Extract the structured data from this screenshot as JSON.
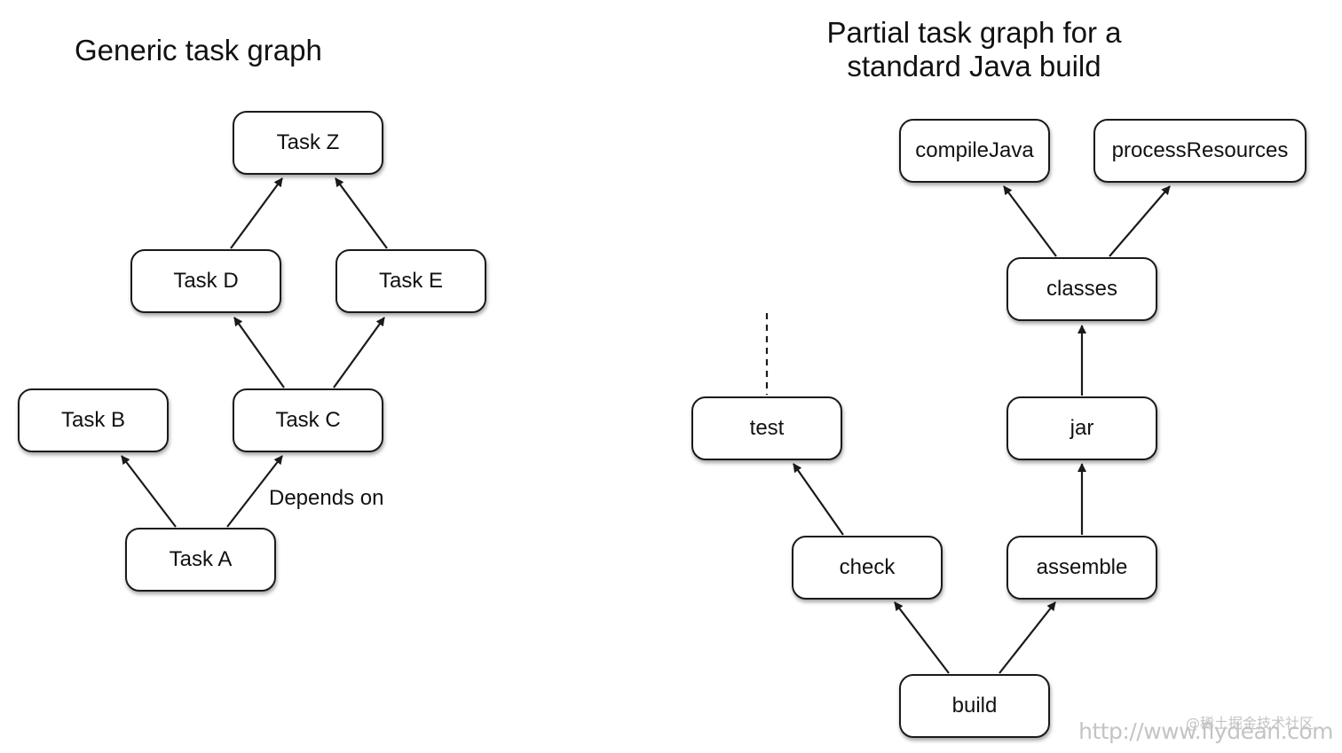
{
  "left_diagram": {
    "title": "Generic task graph",
    "nodes": {
      "task_z": "Task Z",
      "task_d": "Task D",
      "task_e": "Task E",
      "task_b": "Task B",
      "task_c": "Task C",
      "task_a": "Task A"
    },
    "edge_label": "Depends on",
    "edges": [
      {
        "from": "Task D",
        "to": "Task Z"
      },
      {
        "from": "Task E",
        "to": "Task Z"
      },
      {
        "from": "Task C",
        "to": "Task D"
      },
      {
        "from": "Task C",
        "to": "Task E"
      },
      {
        "from": "Task A",
        "to": "Task B"
      },
      {
        "from": "Task A",
        "to": "Task C"
      }
    ]
  },
  "right_diagram": {
    "title_line1": "Partial task graph for a",
    "title_line2": "standard Java build",
    "nodes": {
      "compile_java": "compileJava",
      "process_resources": "processResources",
      "classes": "classes",
      "test": "test",
      "jar": "jar",
      "check": "check",
      "assemble": "assemble",
      "build": "build"
    },
    "edges": [
      {
        "from": "classes",
        "to": "compileJava"
      },
      {
        "from": "classes",
        "to": "processResources"
      },
      {
        "from": "jar",
        "to": "classes"
      },
      {
        "from": "assemble",
        "to": "jar"
      },
      {
        "from": "check",
        "to": "test"
      },
      {
        "from": "build",
        "to": "check"
      },
      {
        "from": "build",
        "to": "assemble"
      }
    ]
  },
  "watermark": {
    "line1": "@稀土掘金技术社区",
    "line2": "http://www.flydean.com"
  },
  "colors": {
    "stroke": "#1a1a1a",
    "text": "#111111",
    "watermark": "#c4c4c4"
  }
}
